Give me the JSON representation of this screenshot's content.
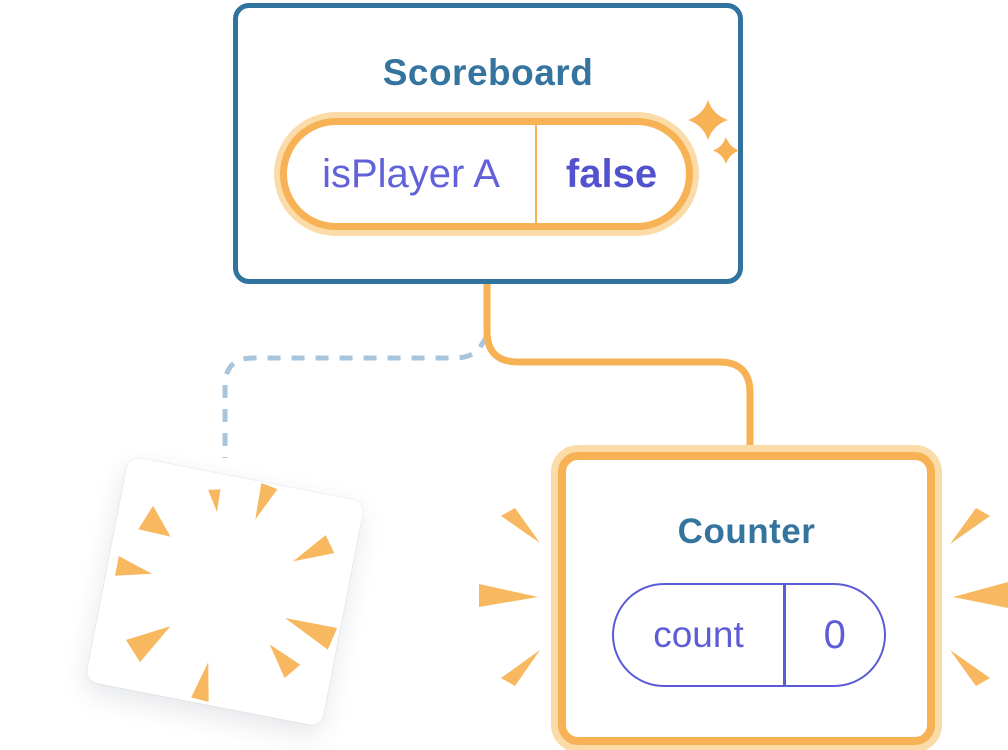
{
  "diagram": {
    "scoreboard": {
      "title": "Scoreboard",
      "state_pill": {
        "key": "isPlayer A",
        "value": "false"
      }
    },
    "counter": {
      "title": "Counter",
      "state_pill": {
        "key": "count",
        "value": "0"
      }
    }
  },
  "icons": {
    "sparkle": "sparkle-icon",
    "burst": "burst-icon",
    "emphasis_wedges": "emphasis-burst-icon"
  },
  "colors": {
    "card_border_blue": "#30739f",
    "title_blue": "#35749f",
    "orange": "#f6b254",
    "orange_light_halo": "#fbdca8",
    "burst_orange": "#f7b85f",
    "state_purple": "#6161d9",
    "state_purple_bold": "#5252ce",
    "pill_border_purple": "#5b5bd7",
    "dashed_line_blue": "#a8c5dc",
    "background": "#ffffff"
  }
}
